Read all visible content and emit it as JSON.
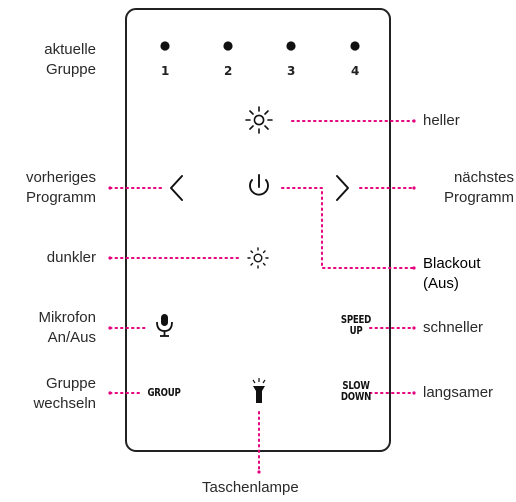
{
  "labels": {
    "current_group": "aktuelle\nGruppe",
    "brighter": "heller",
    "previous_program": "vorheriges\nProgramm",
    "next_program": "nächstes\nProgramm",
    "darker": "dunkler",
    "blackout": "Blackout\n(Aus)",
    "microphone": "Mikrofon\nAn/Aus",
    "faster": "schneller",
    "change_group": "Gruppe\nwechseln",
    "slower": "langsamer",
    "flashlight": "Taschenlampe"
  },
  "remote": {
    "group_numbers": [
      "1",
      "2",
      "3",
      "4"
    ],
    "speed_up": "SPEED\nUP",
    "slow_down": "SLOW\nDOWN",
    "group": "GROUP"
  },
  "colors": {
    "leader": "#e6007e",
    "frame": "#222222"
  },
  "icons": [
    "brightness-up-icon",
    "chevron-left-icon",
    "power-icon",
    "chevron-right-icon",
    "brightness-down-icon",
    "microphone-icon",
    "flashlight-icon"
  ]
}
